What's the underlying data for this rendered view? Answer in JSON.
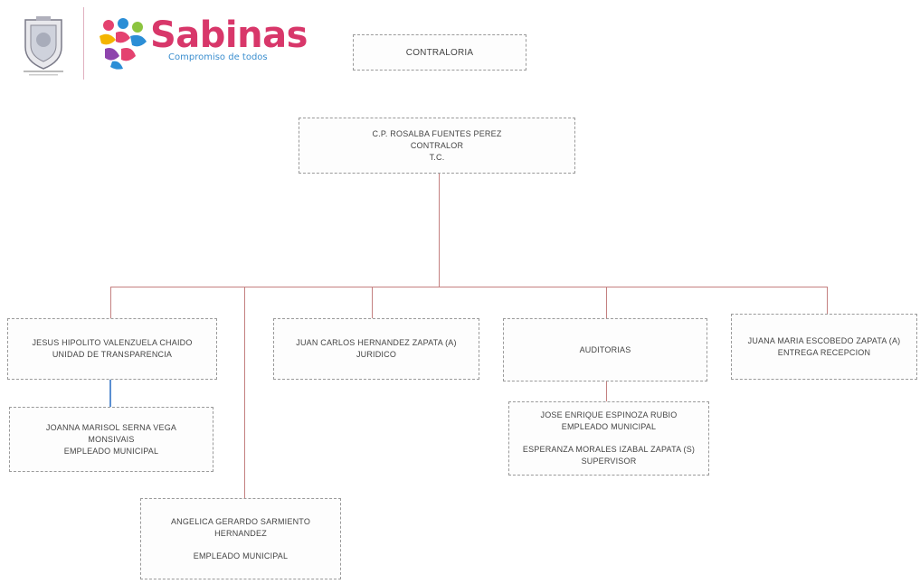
{
  "header": {
    "brand_name": "Sabinas",
    "brand_tagline": "Compromiso de todos",
    "seal_caption": "",
    "department": "CONTRALORIA"
  },
  "org": {
    "root": {
      "lines": [
        "C.P. ROSALBA FUENTES PEREZ",
        "CONTRALOR",
        "T.C."
      ]
    },
    "transparency": {
      "lines": [
        "JESUS HIPOLITO VALENZUELA CHAIDO",
        "UNIDAD DE TRANSPARENCIA"
      ]
    },
    "transparency_sub": {
      "lines": [
        "JOANNA MARISOL SERNA VEGA",
        "MONSIVAIS",
        "EMPLEADO MUNICIPAL"
      ]
    },
    "employee": {
      "lines": [
        "ANGELICA GERARDO SARMIENTO",
        "HERNANDEZ"
      ],
      "role": "EMPLEADO MUNICIPAL"
    },
    "legal": {
      "lines": [
        "JUAN CARLOS HERNANDEZ ZAPATA (A)",
        "JURIDICO"
      ]
    },
    "audits": {
      "lines": [
        "AUDITORIAS"
      ]
    },
    "audits_sub": {
      "lines": [
        "JOSE ENRIQUE ESPINOZA RUBIO",
        "EMPLEADO MUNICIPAL"
      ],
      "lines2": [
        "ESPERANZA MORALES IZABAL ZAPATA (S)",
        "SUPERVISOR"
      ]
    },
    "delivery": {
      "lines": [
        "JUANA MARIA ESCOBEDO ZAPATA (A)",
        "ENTREGA RECEPCION"
      ]
    }
  }
}
